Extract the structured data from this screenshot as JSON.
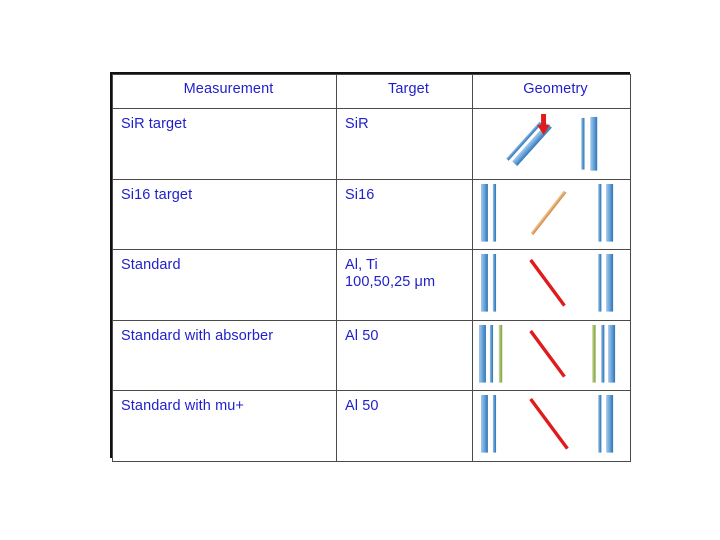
{
  "page": {
    "background": "#ffffff",
    "text_color": "#1f1fcc",
    "border_color": "#111111",
    "grid_color": "#4a4a4a"
  },
  "table": {
    "headers": [
      "Measurement",
      "Target",
      "Geometry"
    ],
    "rows": [
      {
        "measurement": "SiR target",
        "target": "SiR",
        "geometry_name": "geometry-sir-target",
        "geometry_desc": "tilted double detector bars with red beam arrow and vertical bar pair"
      },
      {
        "measurement": "Si16 target",
        "target": "Si16",
        "geometry_name": "geometry-si16-target",
        "geometry_desc": "vertical bar pair, orange diagonal target, vertical bar pair"
      },
      {
        "measurement": "Standard",
        "target": "Al, Ti\n100,50,25 μm",
        "geometry_name": "geometry-standard",
        "geometry_desc": "vertical bar pair, red diagonal target, vertical bar pair"
      },
      {
        "measurement": "Standard with absorber",
        "target": "Al 50",
        "geometry_name": "geometry-standard-absorber",
        "geometry_desc": "bar pair plus green absorber, red diagonal target, green absorber plus bar pair"
      },
      {
        "measurement": "Standard with mu+",
        "target": "Al 50",
        "geometry_name": "geometry-standard-mu-plus",
        "geometry_desc": "vertical bar pair, red diagonal target, vertical bar pair"
      }
    ]
  },
  "colors": {
    "detector_blue_light": "#a8c8e8",
    "detector_blue_mid": "#5b9bd5",
    "detector_blue_dark": "#2e75b6",
    "absorber_green": "#9bbb59",
    "target_orange": "#e8b37a",
    "target_red": "#e01b1b",
    "arrow_red": "#e01b1b"
  },
  "icons": {
    "arrow": "arrow-down-icon",
    "detector_bar": "detector-bar-icon",
    "absorber_bar": "absorber-bar-icon",
    "target_foil": "target-foil-icon"
  }
}
